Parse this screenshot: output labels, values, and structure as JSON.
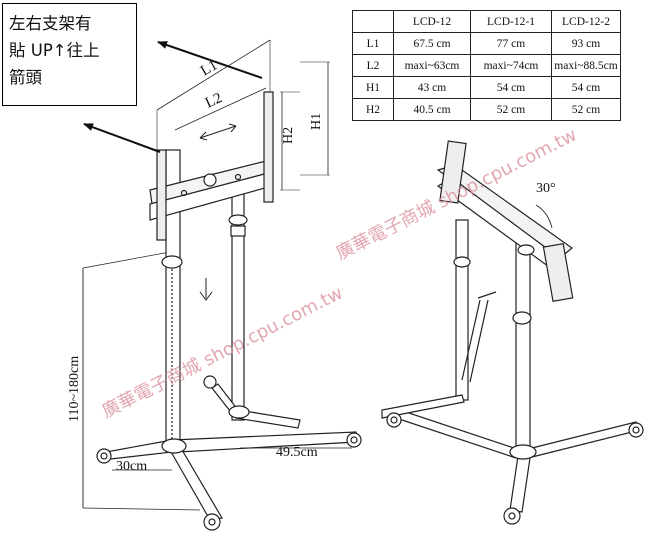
{
  "note": {
    "lines": [
      "左右支架有",
      "貼 UP↑往上",
      "箭頭"
    ]
  },
  "spec_table": {
    "headers": [
      "",
      "LCD-12",
      "LCD-12-1",
      "LCD-12-2"
    ],
    "rows": [
      {
        "label": "L1",
        "values": [
          "67.5 cm",
          "77 cm",
          "93 cm"
        ]
      },
      {
        "label": "L2",
        "values": [
          "maxi~63cm",
          "maxi~74cm",
          "maxi~88.5cm"
        ]
      },
      {
        "label": "H1",
        "values": [
          "43 cm",
          "54 cm",
          "54 cm"
        ]
      },
      {
        "label": "H2",
        "values": [
          "40.5 cm",
          "52 cm",
          "52 cm"
        ]
      }
    ]
  },
  "dimensions": {
    "L1": "L1",
    "L2": "L2",
    "H1": "H1",
    "H2": "H2",
    "height_range": "110~180cm",
    "base_depth": "30cm",
    "base_width": "49.5cm",
    "tilt_angle": "30°"
  },
  "watermark": {
    "text": "廣華電子商城 shop.cpu.com.tw",
    "color": "#d98a96"
  }
}
